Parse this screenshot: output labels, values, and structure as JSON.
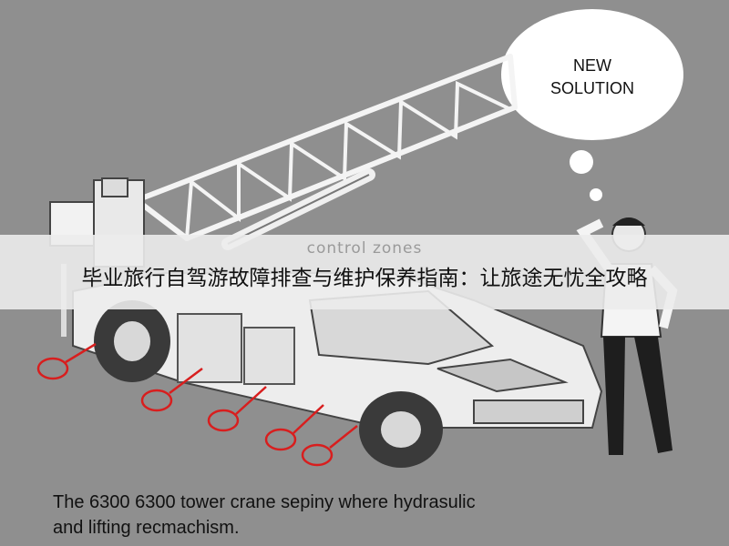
{
  "banner": {
    "watermark": "control zones",
    "title": "毕业旅行自驾游故障排查与维护保养指南：让旅途无忧全攻略"
  },
  "thought_bubble": {
    "line1": "NEW",
    "line2": "SOLUTION"
  },
  "caption": {
    "line1": "The 6300 6300 tower crane sepiny where hydrasulic",
    "line2": "and lifting recmachism."
  },
  "colors": {
    "background": "#8f8f8f",
    "line_art": "#ffffff",
    "callout_red": "#d81e1e",
    "banner": "#ececec"
  }
}
